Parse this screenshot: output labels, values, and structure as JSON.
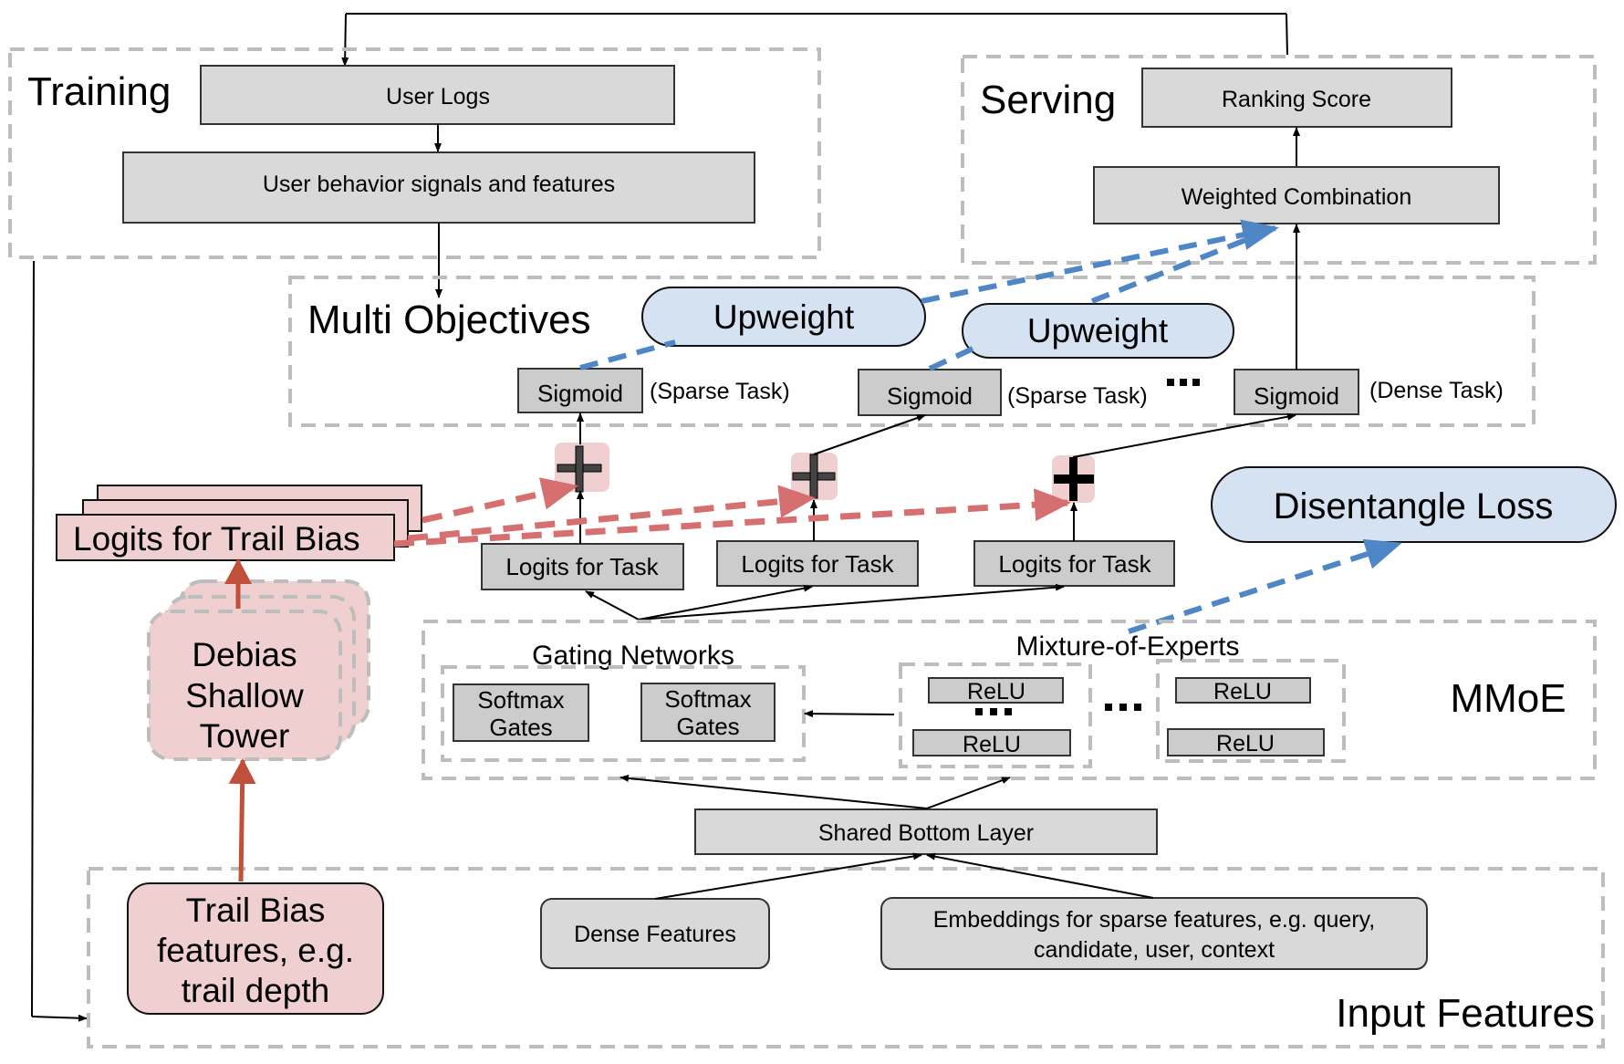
{
  "sections": {
    "training": "Training",
    "serving": "Serving",
    "multi_objectives": "Multi Objectives",
    "mmoe": "MMoE",
    "input_features": "Input Features"
  },
  "nodes": {
    "user_logs": "User Logs",
    "user_behavior": "User behavior signals and features",
    "ranking_score": "Ranking Score",
    "weighted_combination": "Weighted Combination",
    "upweight_1": "Upweight",
    "upweight_2": "Upweight",
    "sigmoid_1": "Sigmoid",
    "sigmoid_2": "Sigmoid",
    "sigmoid_3": "Sigmoid",
    "sigmoid_1_note": "(Sparse Task)",
    "sigmoid_2_note": "(Sparse Task)",
    "sigmoid_3_note": "(Dense Task)",
    "ellipsis": "…",
    "logits_trail_bias": "Logits for Trail Bias",
    "logits_task_1": "Logits for Task",
    "logits_task_2": "Logits for Task",
    "logits_task_3": "Logits for Task",
    "disentangle_loss": "Disentangle Loss",
    "debias_tower": [
      "Debias",
      "Shallow",
      "Tower"
    ],
    "gating_networks": "Gating Networks",
    "softmax_gates_1": [
      "Softmax",
      "Gates"
    ],
    "softmax_gates_2": [
      "Softmax",
      "Gates"
    ],
    "mixture_of_experts": "Mixture-of-Experts",
    "relu": "ReLU",
    "shared_bottom": "Shared Bottom Layer",
    "trail_bias_features": [
      "Trail Bias",
      "features, e.g.",
      "trail depth"
    ],
    "dense_features": "Dense Features",
    "embeddings": [
      "Embeddings for sparse features, e.g. query,",
      "candidate, user, context"
    ]
  },
  "colors": {
    "box_gray": "#d9d9d9",
    "pink": "#efcfcf",
    "blue_pill": "#d4e2f2",
    "blue_arrow": "#4f86c6",
    "red_arrow": "#d66f6f",
    "dashed_border": "#bdbdbd"
  }
}
